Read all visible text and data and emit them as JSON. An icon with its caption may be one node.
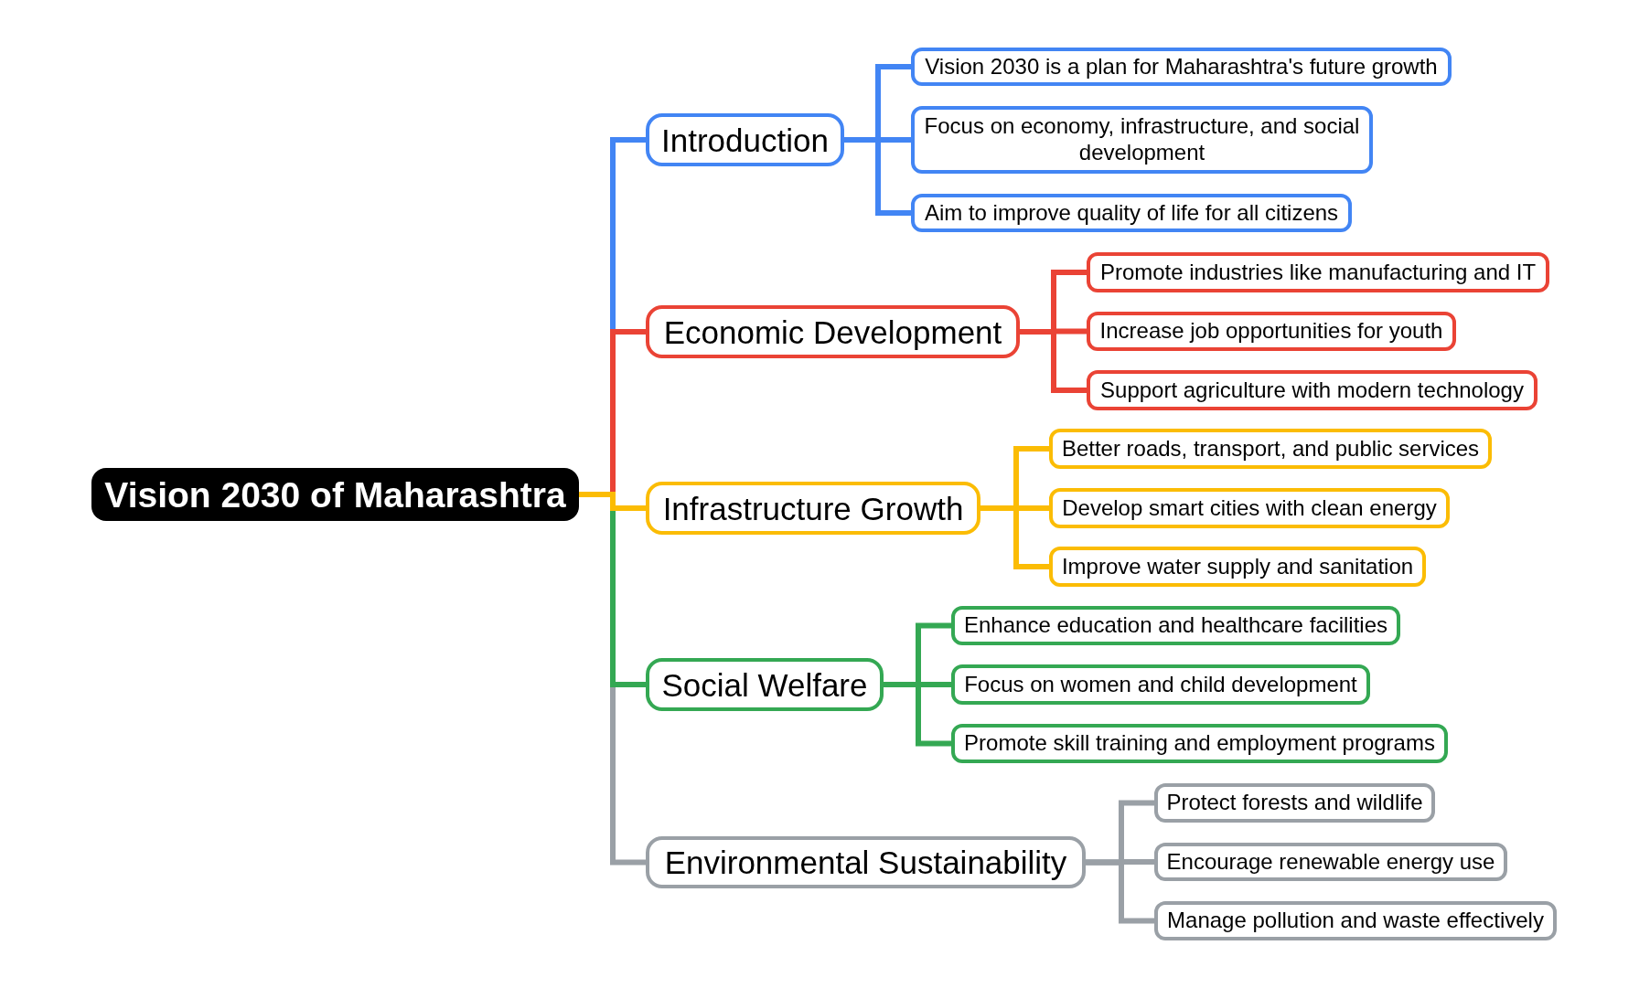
{
  "diagram": {
    "nodes": [
      {
        "text": [
          "Vision 2030 of Maharashtra"
        ]
      },
      {
        "text": [
          "Introduction"
        ]
      },
      {
        "text": [
          "Vision 2030 is a plan for Maharashtra's future growth"
        ]
      },
      {
        "text": [
          "Focus on economy, infrastructure, and social development"
        ]
      },
      {
        "text": [
          "Aim to improve quality of life for all citizens"
        ]
      },
      {
        "text": [
          "Economic Development"
        ]
      },
      {
        "text": [
          "Promote industries like manufacturing and IT"
        ]
      },
      {
        "text": [
          "Increase job opportunities for youth"
        ]
      },
      {
        "text": [
          "Support agriculture with modern technology"
        ]
      },
      {
        "text": [
          "Infrastructure Growth"
        ]
      },
      {
        "text": [
          "Better roads, transport, and public services"
        ]
      },
      {
        "text": [
          "Develop smart cities with clean energy"
        ]
      },
      {
        "text": [
          "Improve water supply and sanitation"
        ]
      },
      {
        "text": [
          "Social Welfare"
        ]
      },
      {
        "text": [
          "Enhance education and healthcare facilities"
        ]
      },
      {
        "text": [
          "Focus on women and child development"
        ]
      },
      {
        "text": [
          "Promote skill training and employment programs"
        ]
      },
      {
        "text": [
          "Environmental Sustainability"
        ]
      },
      {
        "text": [
          "Protect forests and wildlife"
        ]
      },
      {
        "text": [
          "Encourage renewable energy use"
        ]
      },
      {
        "text": [
          "Manage pollution and waste effectively"
        ]
      }
    ],
    "edges": [
      {
        "from": 0,
        "to": 1,
        "arrow": "none",
        "color": "#4285f4"
      },
      {
        "from": 1,
        "to": 2,
        "arrow": "none",
        "color": "#4285f4"
      },
      {
        "from": 1,
        "to": 3,
        "arrow": "none",
        "color": "#4285f4"
      },
      {
        "from": 1,
        "to": 4,
        "arrow": "none",
        "color": "#4285f4"
      },
      {
        "from": 0,
        "to": 5,
        "arrow": "none",
        "color": "#ea4335"
      },
      {
        "from": 5,
        "to": 6,
        "arrow": "none",
        "color": "#ea4335"
      },
      {
        "from": 5,
        "to": 7,
        "arrow": "none",
        "color": "#ea4335"
      },
      {
        "from": 5,
        "to": 8,
        "arrow": "none",
        "color": "#ea4335"
      },
      {
        "from": 0,
        "to": 9,
        "arrow": "none",
        "color": "#fbbc04"
      },
      {
        "from": 9,
        "to": 10,
        "arrow": "none",
        "color": "#fbbc04"
      },
      {
        "from": 9,
        "to": 11,
        "arrow": "none",
        "color": "#fbbc04"
      },
      {
        "from": 9,
        "to": 12,
        "arrow": "none",
        "color": "#fbbc04"
      },
      {
        "from": 0,
        "to": 13,
        "arrow": "none",
        "color": "#34a853"
      },
      {
        "from": 13,
        "to": 14,
        "arrow": "none",
        "color": "#34a853"
      },
      {
        "from": 13,
        "to": 15,
        "arrow": "none",
        "color": "#34a853"
      },
      {
        "from": 13,
        "to": 16,
        "arrow": "none",
        "color": "#34a853"
      },
      {
        "from": 0,
        "to": 17,
        "arrow": "none",
        "color": "#9aa0a6"
      },
      {
        "from": 17,
        "to": 18,
        "arrow": "none",
        "color": "#9aa0a6"
      },
      {
        "from": 17,
        "to": 19,
        "arrow": "none",
        "color": "#9aa0a6"
      },
      {
        "from": 17,
        "to": 20,
        "arrow": "none",
        "color": "#9aa0a6"
      }
    ]
  }
}
